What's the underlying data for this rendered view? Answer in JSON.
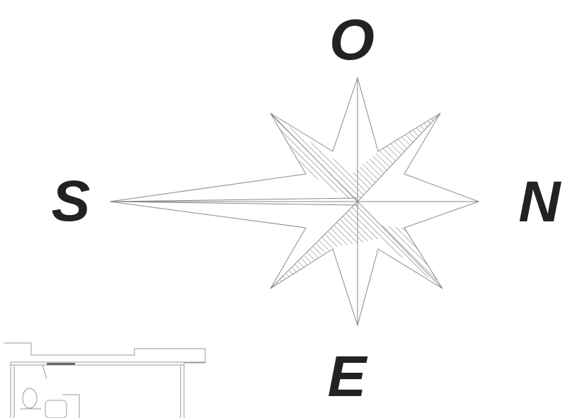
{
  "compass": {
    "top_label": "O",
    "right_label": "N",
    "bottom_label": "E",
    "left_label": "S"
  },
  "colors": {
    "line": "#8a8a8a",
    "hatch": "#6f6f6f",
    "label": "#222222",
    "background": "#ffffff"
  }
}
